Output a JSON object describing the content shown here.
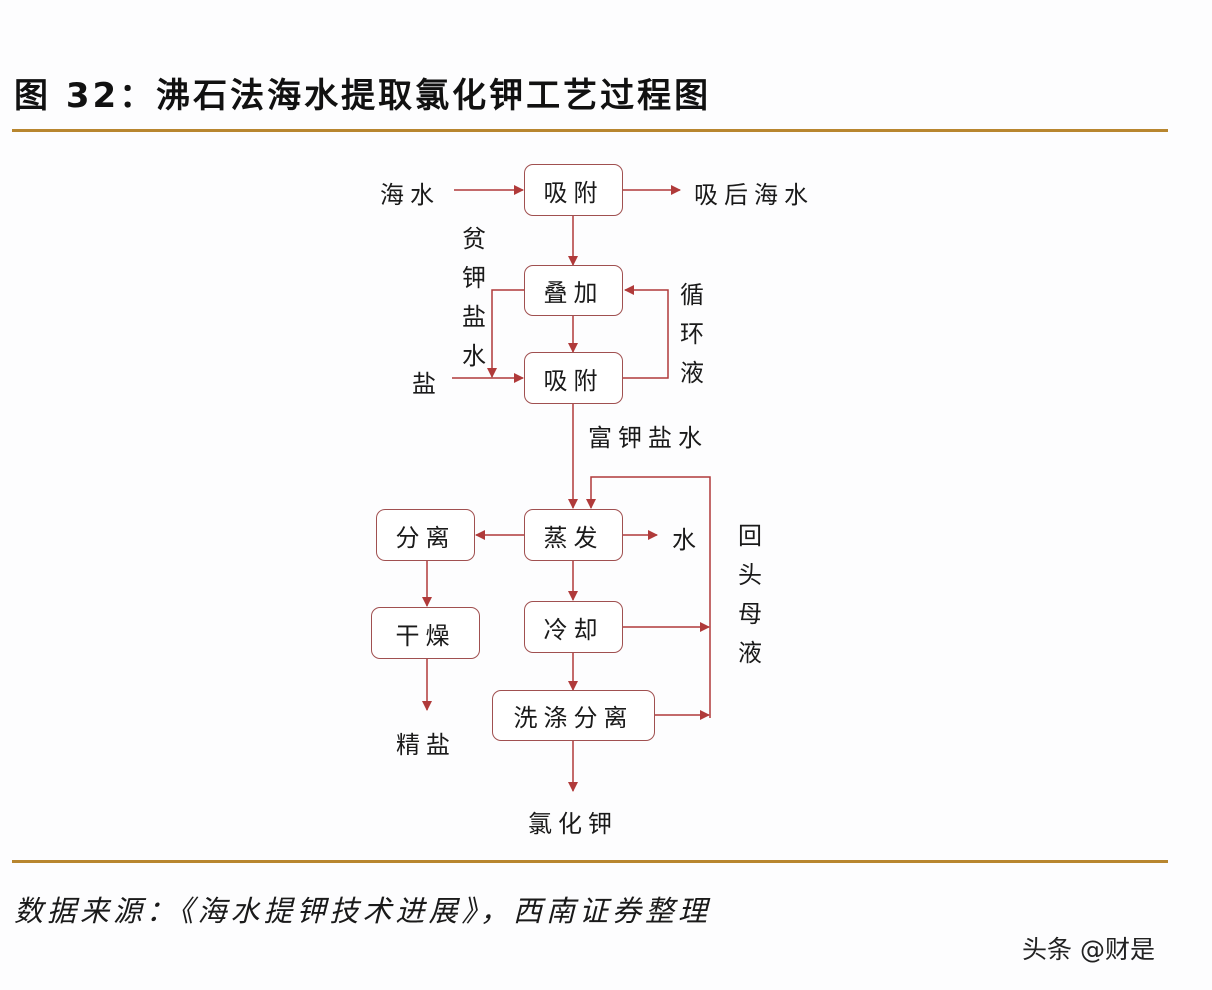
{
  "title": "图 32：沸石法海水提取氯化钾工艺过程图",
  "source": "数据来源：《海水提钾技术进展》，西南证券整理",
  "watermark": "头条 @财是",
  "colors": {
    "rule": "#b8862f",
    "arrow": "#b03a3a",
    "box_border": "#a05050"
  },
  "nodes": {
    "adsorb1": "吸附",
    "stack": "叠加",
    "adsorb2": "吸附",
    "evaporate": "蒸发",
    "separate": "分离",
    "dry": "干燥",
    "cool": "冷却",
    "wash": "洗涤分离"
  },
  "labels": {
    "seawater": "海水",
    "post_seawater": "吸后海水",
    "lean_brine": "贫钾盐水",
    "salt": "盐",
    "circulate": "循环液",
    "rich_brine": "富钾盐水",
    "water": "水",
    "mother_liquor": "回头母液",
    "fine_salt": "精盐",
    "kcl": "氯化钾"
  }
}
